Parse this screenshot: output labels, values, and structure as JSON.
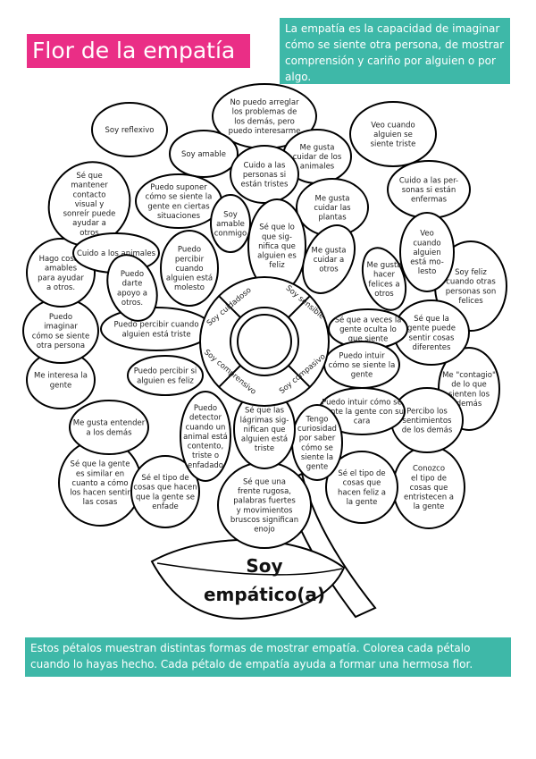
{
  "title": "Flor de la empatía",
  "intro": "La empatía es la capacidad de imaginar cómo se siente otra persona, de mostrar comprensión y cariño por alguien o por algo.",
  "footer": "Estos pétalos muestran distintas formas de mostrar empatía. Colorea cada pétalo cuando lo hayas hecho. Cada pétalo de empatía ayuda a formar una hermosa flor.",
  "leaf_label": [
    "Soy",
    "empático(a)"
  ],
  "center_sections": [
    "Soy cuidadoso",
    "Soy sensible",
    "Soy comprensivo",
    "Soy compasivo"
  ],
  "outer_petals": [
    [
      "Soy reflexivo"
    ],
    [
      "No puedo arreglar",
      "los problemas de",
      "los demás, pero",
      "puedo interesarme"
    ],
    [
      "Veo cuando",
      "alguien se",
      "siente triste"
    ],
    [
      "Cuido a las per-",
      "sonas si están",
      "enfermas"
    ],
    [
      "Soy feliz",
      "cuando otras",
      "personas son",
      "felices"
    ],
    [
      "Me \"contagio\"",
      "de lo que",
      "sienten los",
      "demás"
    ],
    [
      "Conozco",
      "el tipo de",
      "cosas que",
      "entristecen a",
      "la gente"
    ],
    [
      "Sé que una",
      "frente rugosa,",
      "palabras fuertes",
      "y movimientos",
      "bruscos significan",
      "enojo"
    ],
    [
      "Sé que la gente",
      "es similar en",
      "cuanto a cómo",
      "los hacen sentir",
      "las cosas"
    ],
    [
      "Me interesa la",
      "gente"
    ],
    [
      "Puedo",
      "imaginar",
      "cómo se siente",
      "otra persona"
    ],
    [
      "Hago cosas",
      "amables",
      "para ayudar",
      "a otros."
    ],
    [
      "Sé que",
      "mantener",
      "contacto",
      "visual y",
      "sonreír puede",
      "ayudar a",
      "otros"
    ]
  ],
  "middle_petals": [
    [
      "Soy amable"
    ],
    [
      "Me gusta",
      "cuidar de los",
      "animales"
    ],
    [
      "Me gusta",
      "cuidar las",
      "plantas"
    ],
    [
      "Veo",
      "cuando",
      "alguien",
      "está mo-",
      "lesto"
    ],
    [
      "Sé que la",
      "gente puede",
      "sentir cosas",
      "diferentes"
    ],
    [
      "Percibo los",
      "sentimientos",
      "de los demás"
    ],
    [
      "Sé el tipo de",
      "cosas que",
      "hacen feliz a",
      "la gente"
    ],
    [
      "Sé el tipo de",
      "cosas que hacen",
      "que la gente se",
      "enfade"
    ],
    [
      "Me gusta entender",
      "a los demás"
    ],
    [
      "Puedo percibir cuando",
      "alguien está triste"
    ],
    [
      "Cuido a los animales"
    ],
    [
      "Puedo suponer",
      "cómo se siente la",
      "gente en ciertas",
      "situaciones"
    ]
  ],
  "inner_petals": [
    [
      "Cuido a las",
      "personas si",
      "están tristes"
    ],
    [
      "Sé que lo",
      "que sig-",
      "nifica que",
      "alguien es",
      "feliz"
    ],
    [
      "Me gusta",
      "cuidar a",
      "otros"
    ],
    [
      "Me gusta",
      "hacer",
      "felices a",
      "otros"
    ],
    [
      "Sé que a veces la",
      "gente oculta lo",
      "que siente"
    ],
    [
      "Puedo intuir",
      "cómo se siente la",
      "gente"
    ],
    [
      "Puedo intuir cómo se",
      "siente la gente con su",
      "cara"
    ],
    [
      "Tengo",
      "curiosidad",
      "por saber",
      "cómo se",
      "siente la",
      "gente"
    ],
    [
      "Sé que las",
      "lágrimas sig-",
      "nifican que",
      "alguien está",
      "triste"
    ],
    [
      "Puedo",
      "detector",
      "cuando un",
      "animal está",
      "contento,",
      "triste o",
      "enfadado"
    ],
    [
      "Puedo percibir si",
      "alguien es feliz"
    ],
    [
      "Puedo",
      "darte",
      "apoyo a",
      "otros."
    ],
    [
      "Puedo",
      "percibir",
      "cuando",
      "alguien está",
      "molesto"
    ],
    [
      "Soy",
      "amable",
      "conmigo"
    ]
  ]
}
